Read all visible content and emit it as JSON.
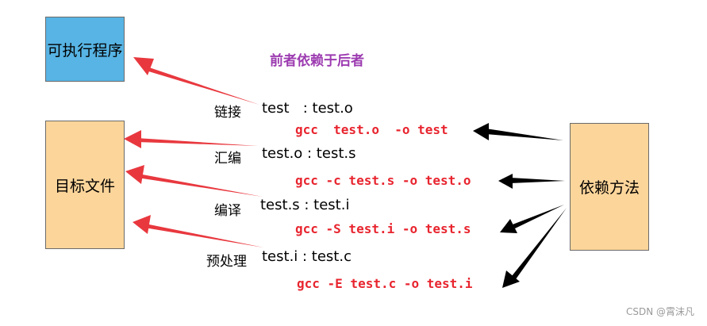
{
  "boxes": {
    "executable": "可执行程序",
    "object_files": "目标文件",
    "dependency_method": "依赖方法"
  },
  "title": "前者依赖于后者",
  "stages": [
    {
      "name": "链接",
      "rule": "test   : test.o",
      "command": "gcc  test.o  -o test"
    },
    {
      "name": "汇编",
      "rule": "test.o : test.s",
      "command": "gcc -c test.s -o test.o"
    },
    {
      "name": "编译",
      "rule": "test.s : test.i",
      "command": "gcc -S test.i -o test.s"
    },
    {
      "name": "预处理",
      "rule": "test.i : test.c",
      "command": "gcc -E test.c -o test.i"
    }
  ],
  "watermark": "CSDN @霄沫凡",
  "colors": {
    "command_text": "#e8252f",
    "title_text": "#9c3bb0",
    "executable_box": "#57b4e4",
    "object_box": "#fcd59a",
    "dependency_box": "#fcd59a",
    "red_arrow": "#e8383e",
    "black_arrow": "#000000"
  }
}
